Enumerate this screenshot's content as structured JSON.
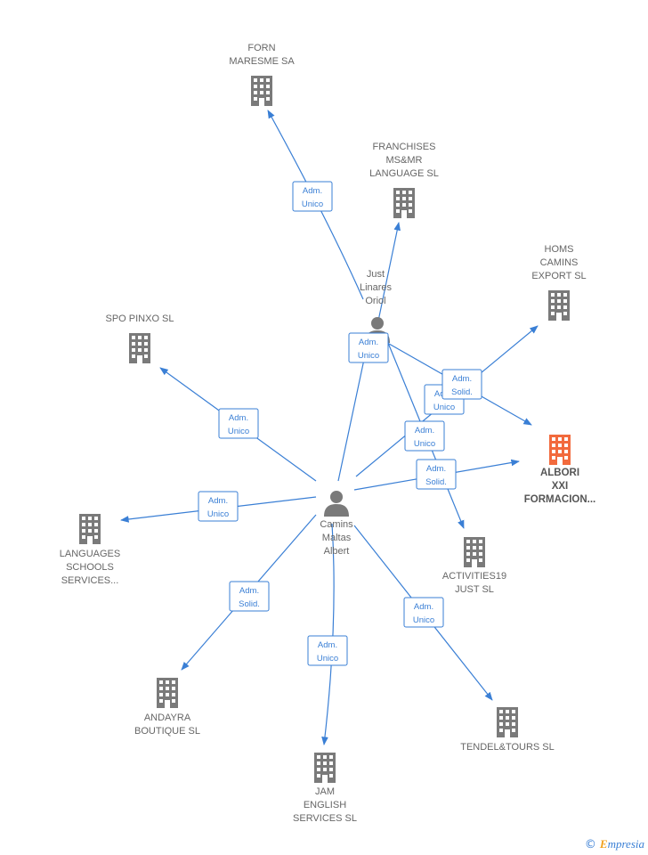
{
  "persons": [
    {
      "id": "camins",
      "name": [
        "Camins",
        "Maltas",
        "Albert"
      ]
    },
    {
      "id": "just",
      "name": [
        "Just",
        "Linares",
        "Oriol"
      ]
    }
  ],
  "companies": [
    {
      "id": "forn",
      "name": [
        "FORN",
        "MARESME SA"
      ],
      "highlight": false
    },
    {
      "id": "franchises",
      "name": [
        "FRANCHISES",
        "MS&MR",
        "LANGUAGE  SL"
      ],
      "highlight": false
    },
    {
      "id": "homs",
      "name": [
        "HOMS",
        "CAMINS",
        "EXPORT  SL"
      ],
      "highlight": false
    },
    {
      "id": "spo",
      "name": [
        "SPO PINXO  SL"
      ],
      "highlight": false
    },
    {
      "id": "albori",
      "name": [
        "ALBORI",
        "XXI",
        "FORMACION..."
      ],
      "highlight": true
    },
    {
      "id": "languages",
      "name": [
        "LANGUAGES",
        "SCHOOLS",
        "SERVICES..."
      ],
      "highlight": false
    },
    {
      "id": "activities",
      "name": [
        "ACTIVITIES19",
        "JUST  SL"
      ],
      "highlight": false
    },
    {
      "id": "andayra",
      "name": [
        "ANDAYRA",
        "BOUTIQUE  SL"
      ],
      "highlight": false
    },
    {
      "id": "jam",
      "name": [
        "JAM",
        "ENGLISH",
        "SERVICES  SL"
      ],
      "highlight": false
    },
    {
      "id": "tendel",
      "name": [
        "TENDEL&TOURS SL"
      ],
      "highlight": false
    }
  ],
  "relations": [
    {
      "from": "just",
      "to": "forn",
      "label": [
        "Adm.",
        "Unico"
      ]
    },
    {
      "from": "just",
      "to": "franchises",
      "label": [
        "Adm.",
        "Unico"
      ]
    },
    {
      "from": "camins",
      "to": "homs",
      "label": [
        "Adm.",
        "Unico"
      ]
    },
    {
      "from": "camins",
      "to": "spo",
      "label": [
        "Adm.",
        "Unico"
      ]
    },
    {
      "from": "just",
      "to": "albori",
      "label": [
        "Adm.",
        "Solid."
      ]
    },
    {
      "from": "camins",
      "to": "albori",
      "label": [
        "Adm.",
        "Solid."
      ]
    },
    {
      "from": "camins",
      "to": "languages",
      "label": [
        "Adm.",
        "Unico"
      ]
    },
    {
      "from": "just",
      "to": "activities",
      "label": [
        "Adm.",
        "Unico"
      ]
    },
    {
      "from": "camins",
      "to": "andayra",
      "label": [
        "Adm.",
        "Solid."
      ]
    },
    {
      "from": "camins",
      "to": "jam",
      "label": [
        "Adm.",
        "Unico"
      ]
    },
    {
      "from": "camins",
      "to": "tendel",
      "label": [
        "Adm.",
        "Unico"
      ]
    },
    {
      "from": "camins",
      "to": "just",
      "label": [
        "Adm.",
        "Unico"
      ]
    }
  ],
  "footer": {
    "copyright_symbol": "©",
    "brand_initial": "E",
    "brand_rest": "mpresia"
  },
  "colors": {
    "edge": "#3a7fd5",
    "node": "#7a7a7a",
    "highlight": "#f26a3d"
  }
}
